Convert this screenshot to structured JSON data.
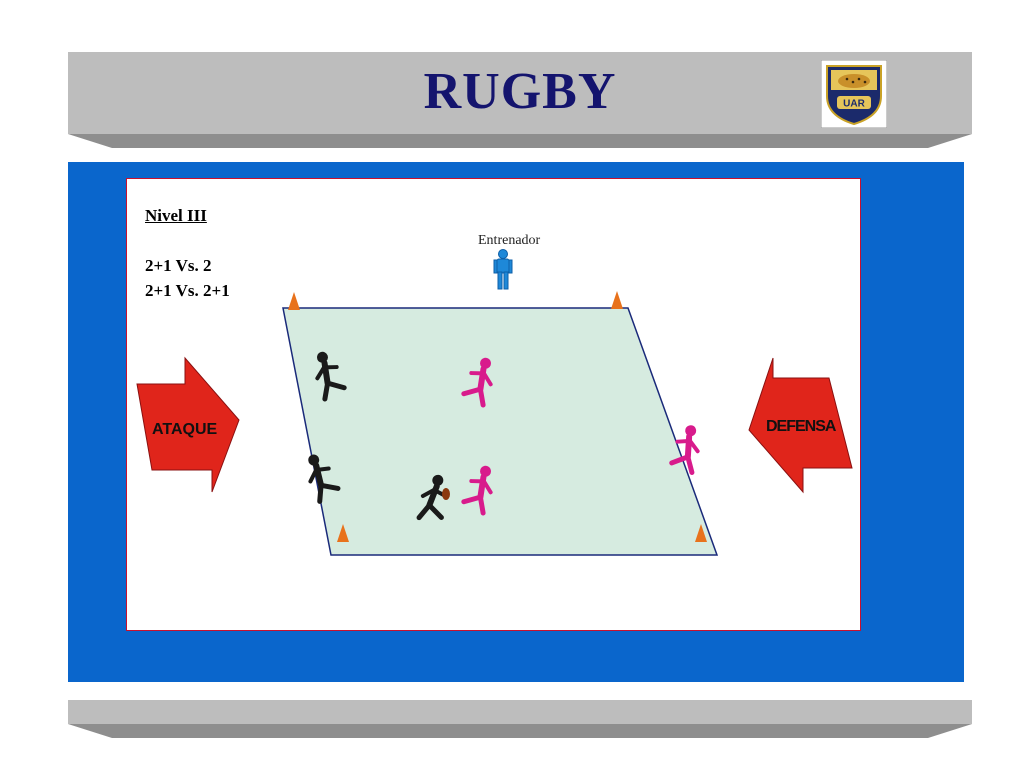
{
  "header": {
    "title": "RUGBY",
    "logo_text": "UAR"
  },
  "drill": {
    "level": "Nivel III",
    "variants": [
      "2+1 Vs. 2",
      "2+1 Vs. 2+1"
    ],
    "coach_label": "Entrenador",
    "attack_label": "ATAQUE",
    "defense_label": "DEFENSA"
  },
  "colors": {
    "header_bar": "#bdbdbd",
    "title": "#14146e",
    "panel": "#0a66cc",
    "field": "#d6ebe0",
    "attackers": "#1a1a1a",
    "defenders": "#d81b8c",
    "arrows": "#e0251b",
    "cones": "#e8721c",
    "coach": "#1e88d8"
  }
}
